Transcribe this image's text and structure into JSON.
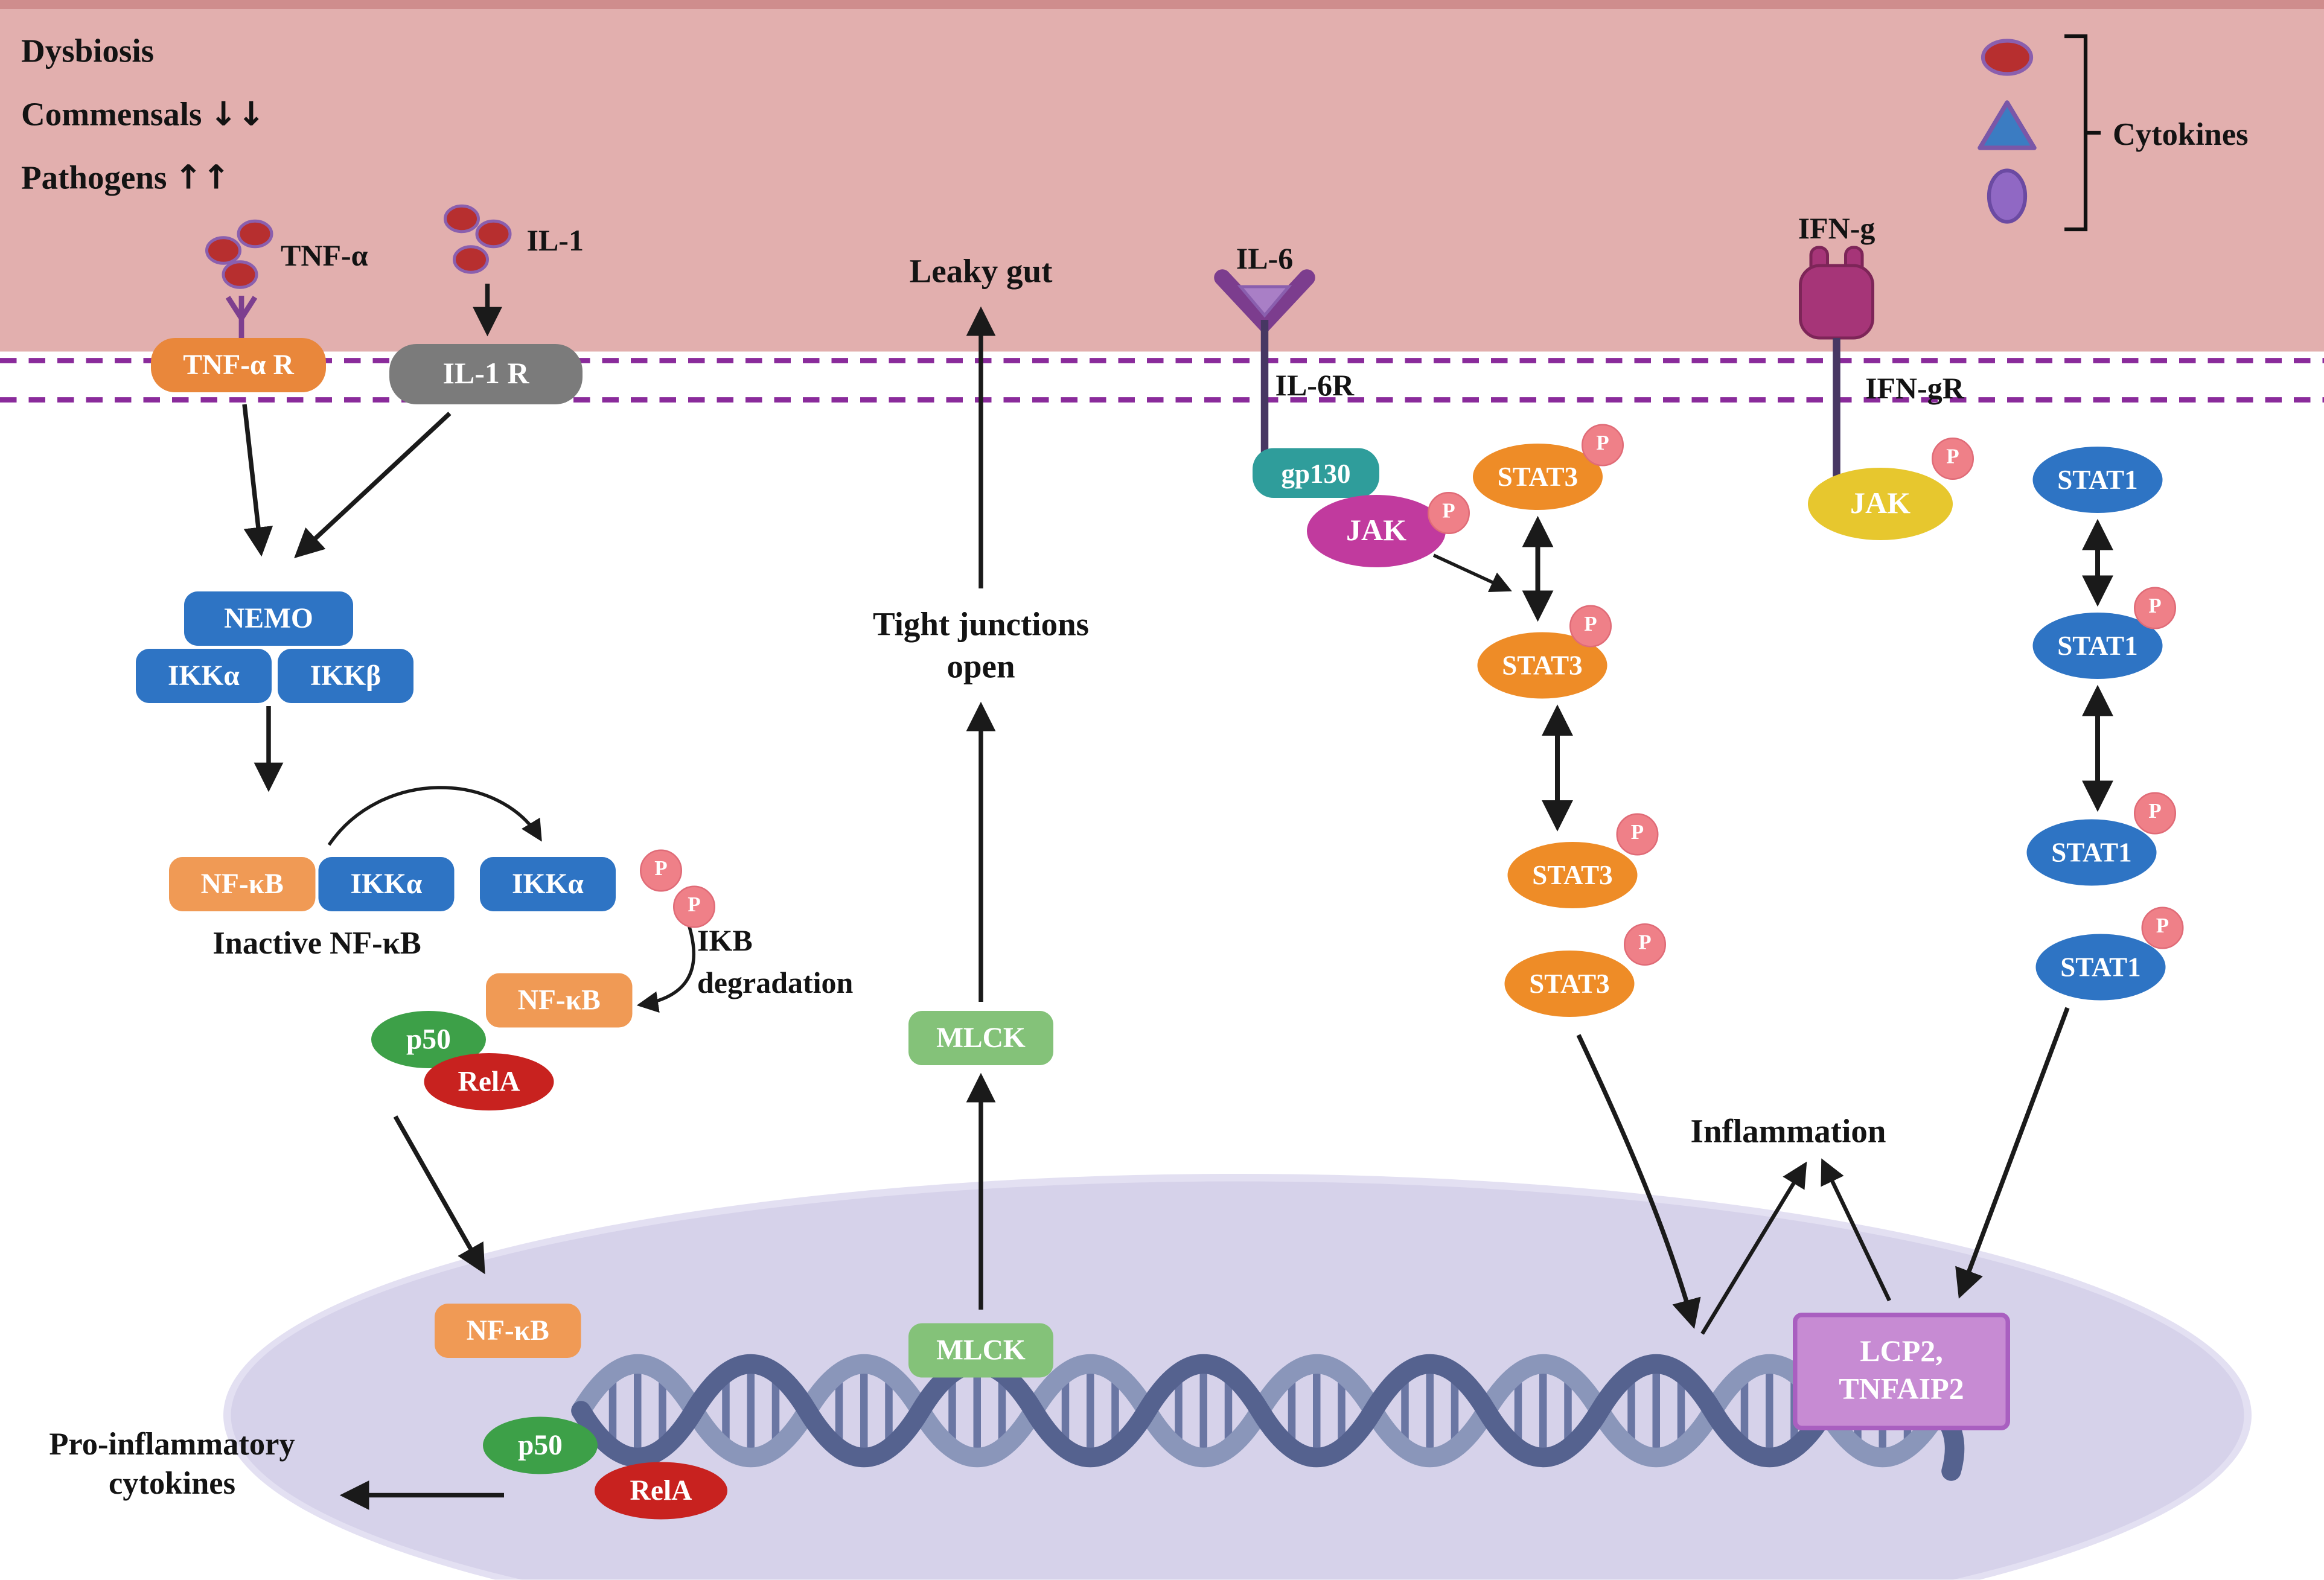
{
  "labels": {
    "dysbiosis": "Dysbiosis",
    "commensals": "Commensals",
    "commensals_arrows": "↓↓",
    "pathogens": "Pathogens",
    "pathogens_arrows": "↑↑",
    "leaky_gut": "Leaky gut",
    "tight_junctions_line1": "Tight junctions",
    "tight_junctions_line2": "open",
    "inflammation": "Inflammation",
    "pro_inflammatory_line1": "Pro-inflammatory",
    "pro_inflammatory_line2": "cytokines",
    "inactive_nfkb": "Inactive NF-κB",
    "ikb_degradation_line1": "IKB",
    "ikb_degradation_line2": "degradation",
    "cytokines_legend": "Cytokines"
  },
  "ligands": {
    "tnf": "TNF-α",
    "il1": "IL-1",
    "il6": "IL-6",
    "ifng": "IFN-g"
  },
  "receptors": {
    "tnfr": "TNF-α R",
    "il1r": "IL-1 R",
    "il6r": "IL-6R",
    "ifngr": "IFN-gR",
    "gp130": "gp130"
  },
  "molecules": {
    "nemo": "NEMO",
    "ikka": "IKKα",
    "ikkb": "IKKβ",
    "nfkb": "NF-κB",
    "p50": "p50",
    "rela": "RelA",
    "mlck": "MLCK",
    "jak": "JAK",
    "stat3": "STAT3",
    "stat1": "STAT1",
    "phospho": "P",
    "lcp2_line1": "LCP2,",
    "lcp2_line2": "TNFAIP2"
  },
  "colors": {
    "extracellular_band": "#e2afae",
    "membrane_line": "#8a2b9b",
    "nucleus_fill": "#d6d2ea",
    "kinase_blue": "#2e74c4",
    "nfkb_orange": "#f09a55",
    "stat3_orange": "#ee8c27",
    "stat1_blue": "#2e74c4",
    "p50_green": "#3da048",
    "rela_red": "#c8221f",
    "mlck_green": "#84c279",
    "gp130_teal": "#2f9d9b",
    "jak_magenta": "#c13a9e",
    "jak_yellow": "#e7c72e",
    "phospho_pink": "#ef8088",
    "lcp2_purple": "#c78bd3",
    "dna_strand_dark": "#55628f",
    "dna_strand_light": "#8a96ba"
  }
}
